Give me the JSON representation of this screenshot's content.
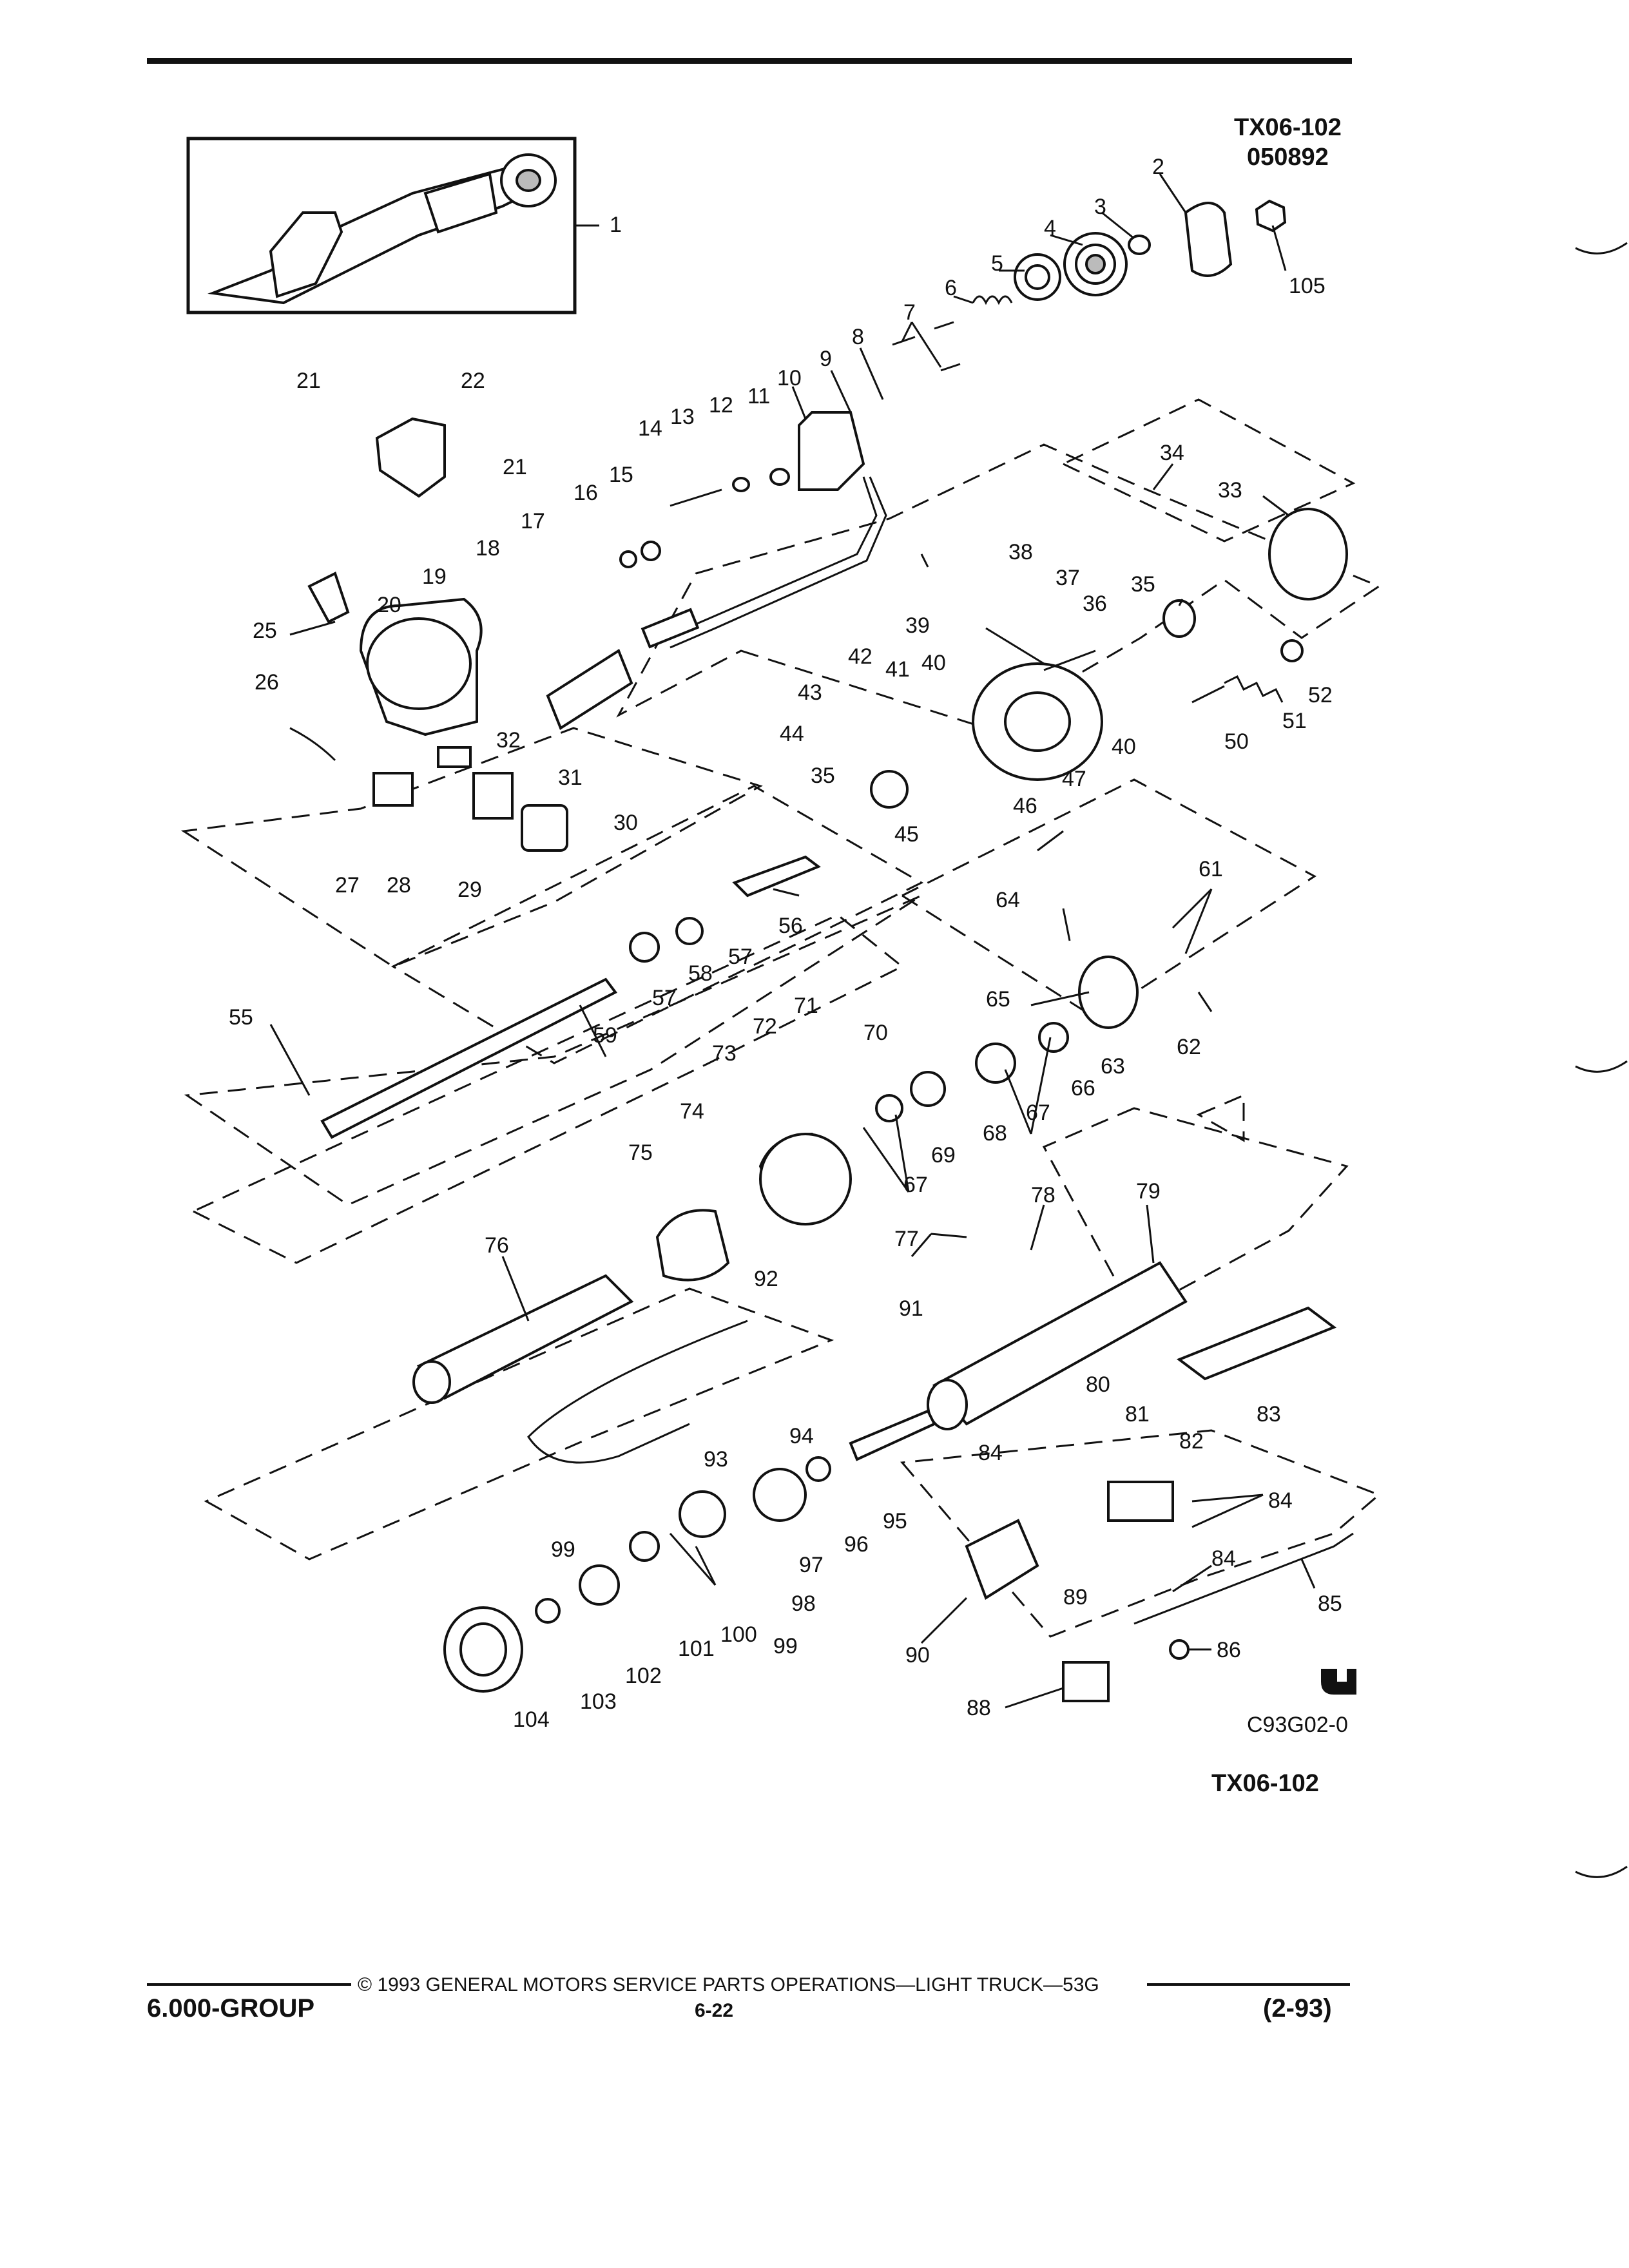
{
  "header": {
    "code": "TX06-102",
    "date_code": "050892"
  },
  "diagram": {
    "labels": [
      "1",
      "2",
      "3",
      "4",
      "5",
      "6",
      "7",
      "8",
      "9",
      "10",
      "11",
      "12",
      "13",
      "14",
      "15",
      "16",
      "17",
      "18",
      "19",
      "20",
      "21",
      "21",
      "22",
      "25",
      "26",
      "27",
      "28",
      "29",
      "30",
      "31",
      "32",
      "33",
      "34",
      "35",
      "35",
      "36",
      "37",
      "38",
      "39",
      "40",
      "40",
      "41",
      "42",
      "43",
      "44",
      "45",
      "46",
      "47",
      "50",
      "51",
      "52",
      "55",
      "56",
      "57",
      "57",
      "58",
      "59",
      "61",
      "62",
      "63",
      "64",
      "65",
      "66",
      "67",
      "67",
      "68",
      "69",
      "70",
      "71",
      "72",
      "73",
      "74",
      "75",
      "76",
      "77",
      "78",
      "79",
      "80",
      "81",
      "82",
      "83",
      "84",
      "84",
      "84",
      "85",
      "86",
      "88",
      "89",
      "90",
      "91",
      "92",
      "93",
      "94",
      "95",
      "96",
      "97",
      "98",
      "99",
      "99",
      "100",
      "101",
      "102",
      "103",
      "104",
      "105"
    ],
    "illustration_code": "C93G02-0",
    "logo_icon": "gm-service-parts-logo"
  },
  "page_ref": "TX06-102",
  "footer": {
    "copyright": "© 1993 GENERAL MOTORS SERVICE PARTS OPERATIONS—LIGHT TRUCK—53G",
    "group": "6.000-GROUP",
    "page_number": "6-22",
    "revision": "(2-93)"
  }
}
